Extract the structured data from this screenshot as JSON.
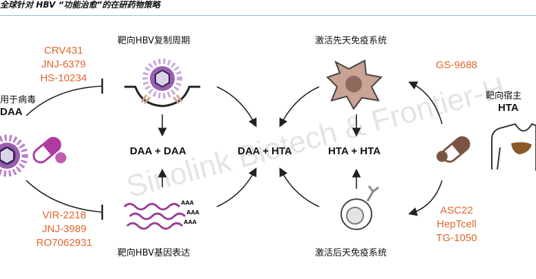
{
  "title": "全球针对 HBV “功能治愈”的在研药物策略",
  "watermark": "Sinolink Biotech & Frontier-H",
  "left_target": {
    "line1": "用于病毒",
    "line2": "DAA"
  },
  "right_target": {
    "line1": "靶向宿主",
    "line2": "HTA"
  },
  "headings": {
    "replication": "靶向HBV复制周期",
    "expression": "靶向HBV基因表达",
    "innate": "激活先天免疫系统",
    "adaptive": "激活后天免疫系统"
  },
  "drugs": {
    "replication": [
      "CRV431",
      "JNJ-6379",
      "HS-10234"
    ],
    "expression": [
      "VIR-2218",
      "JNJ-3989",
      "RO7062931"
    ],
    "innate": [
      "GS-9688"
    ],
    "adaptive": [
      "ASC22",
      "HepTcell",
      "TG-1050"
    ]
  },
  "combos": {
    "daa_daa": "DAA + DAA",
    "daa_hta": "DAA + HTA",
    "hta_hta": "HTA + HTA"
  },
  "mrna_label": "AAA",
  "colors": {
    "drug_text": "#e0662a",
    "virus": "#9b5fb0",
    "pill": "#b13aa0",
    "cell": "#c9a394",
    "mrna": "#9b3c93",
    "liver": "#8a5a2a"
  }
}
